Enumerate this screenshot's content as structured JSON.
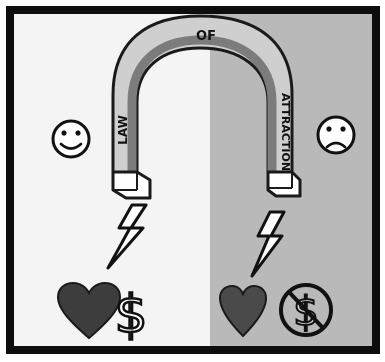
{
  "magnet": {
    "word_1": "OF",
    "word_2": "LAW",
    "word_3": "ATTRACTION"
  },
  "symbols": {
    "currency": "$"
  },
  "colors": {
    "left_panel": "#f4f4f4",
    "right_panel": "#b9b9b9",
    "frame": "#0d0d0d",
    "magnet_outer": "#cfcfcf",
    "magnet_band": "#7c7c7c",
    "heart_left": "#3d3d3d",
    "heart_right": "#4a4a4a",
    "icon_line": "#111111"
  },
  "icons": {
    "left_face": "smiley-face-icon",
    "right_face": "sad-face-icon",
    "left_bolt": "lightning-bolt-icon",
    "right_bolt": "lightning-bolt-icon",
    "left_heart": "heart-icon",
    "right_heart": "heart-icon",
    "left_dollar": "dollar-icon",
    "right_dollar": "prohibited-dollar-icon"
  }
}
